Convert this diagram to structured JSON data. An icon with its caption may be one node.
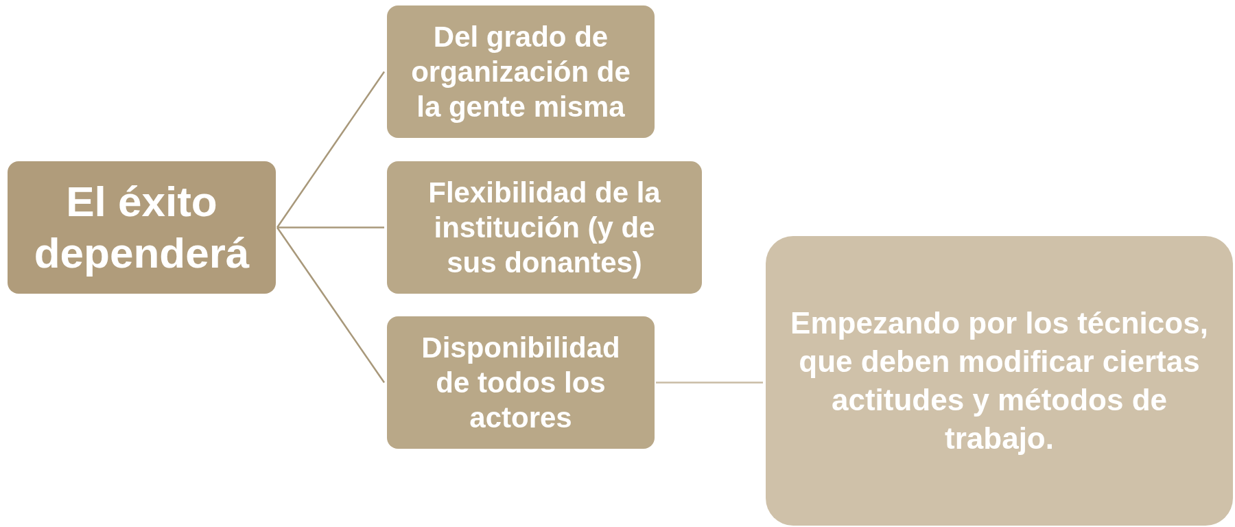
{
  "diagram": {
    "nodes": [
      {
        "text": [
          "El éxito dependerá"
        ]
      },
      {
        "text": [
          "Del grado de organización de la gente misma"
        ]
      },
      {
        "text": [
          "Flexibilidad de la institución (y de sus donantes)"
        ]
      },
      {
        "text": [
          "Disponibilidad de todos los actores"
        ]
      },
      {
        "text": [
          "Empezando por los técnicos, que deben modificar ciertas actitudes y métodos de trabajo."
        ]
      }
    ],
    "edges": [
      {
        "from": 0,
        "to": 1,
        "arrow": "none"
      },
      {
        "from": 0,
        "to": 2,
        "arrow": "none"
      },
      {
        "from": 0,
        "to": 3,
        "arrow": "none"
      },
      {
        "from": 3,
        "to": 4,
        "arrow": "none"
      }
    ]
  }
}
